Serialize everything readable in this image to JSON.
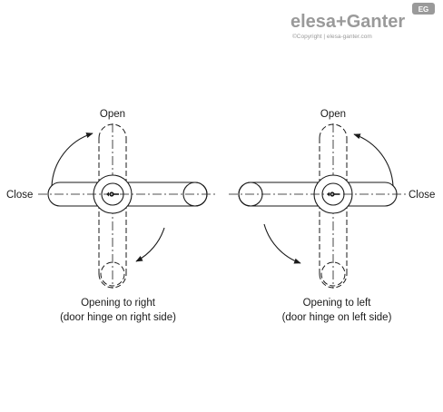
{
  "brand": {
    "name": "elesa+Ganter",
    "copyright": "©Copyright | elesa-ganter.com",
    "badge": "EG"
  },
  "left_view": {
    "open_label": "Open",
    "close_label": "Close",
    "caption_line1": "Opening to right",
    "caption_line2": "(door hinge on right side)"
  },
  "right_view": {
    "open_label": "Open",
    "close_label": "Close",
    "caption_line1": "Opening to left",
    "caption_line2": "(door hinge on left side)"
  },
  "icons": [
    "logo",
    "arrow",
    "key"
  ]
}
